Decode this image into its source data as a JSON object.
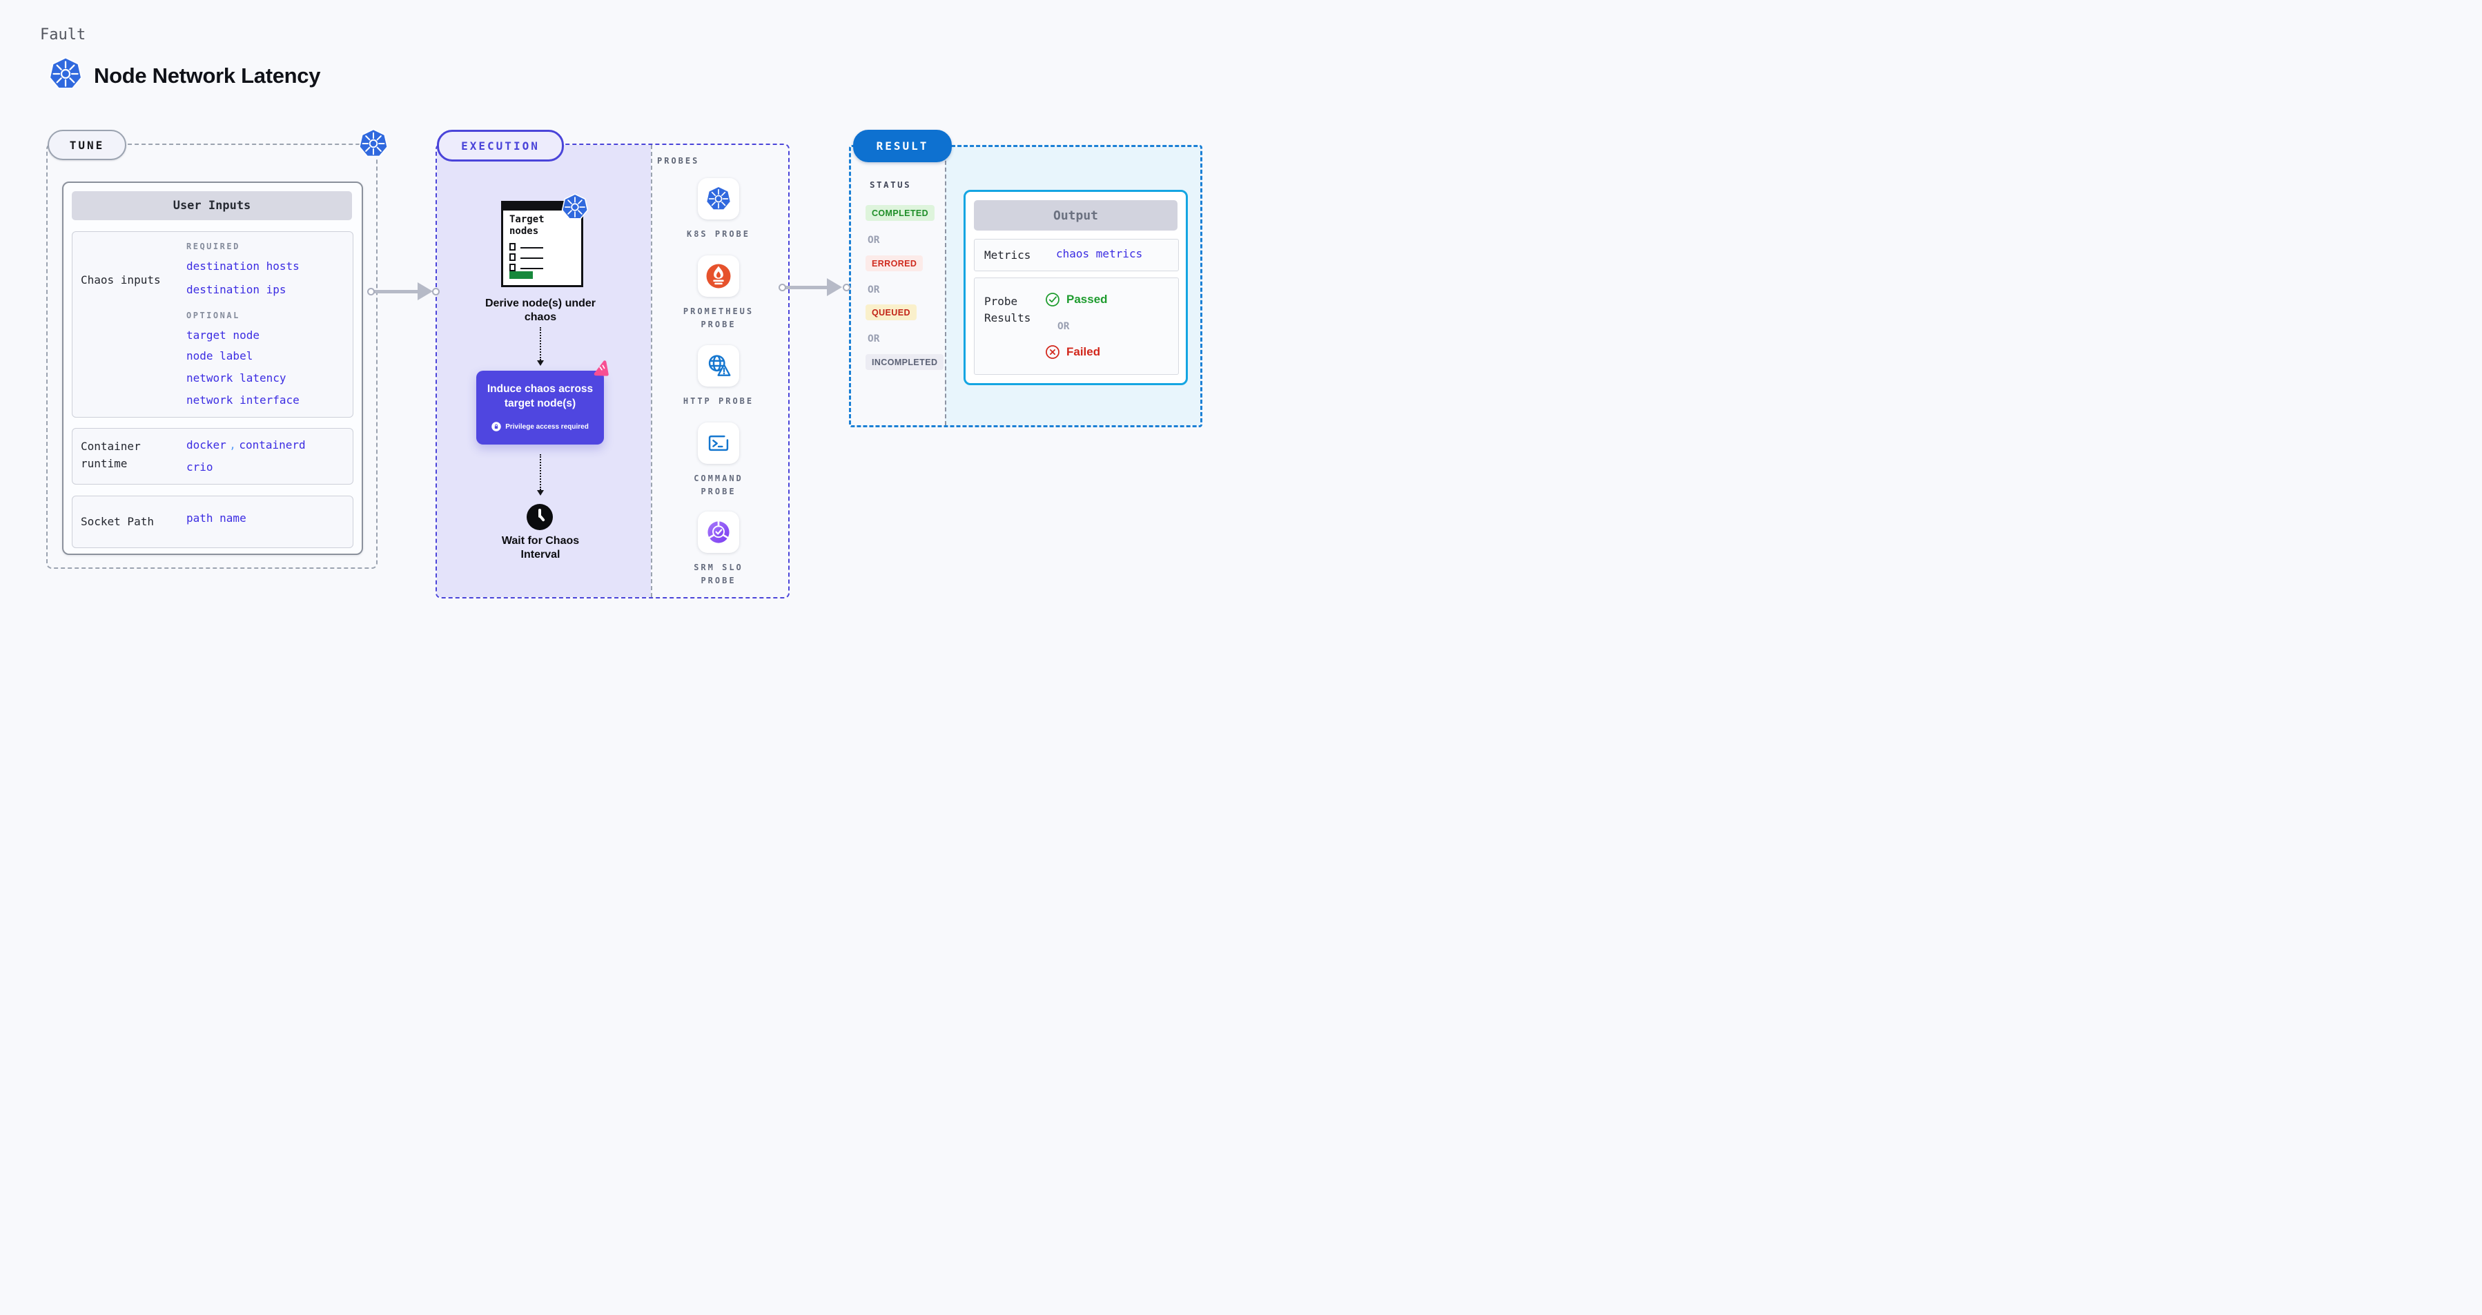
{
  "header": {
    "kicker": "Fault",
    "title": "Node Network Latency"
  },
  "tune": {
    "badge": "TUNE",
    "user_inputs": {
      "header": "User Inputs",
      "chaos_inputs": {
        "label": "Chaos inputs",
        "required_heading": "REQUIRED",
        "required": [
          "destination hosts",
          "destination ips"
        ],
        "optional_heading": "OPTIONAL",
        "optional": [
          "target node",
          "node label",
          "network latency",
          "network interface"
        ]
      },
      "container_runtime": {
        "label": "Container runtime",
        "value1": "docker",
        "comma": ",",
        "value2": "containerd",
        "value3": "crio"
      },
      "socket_path": {
        "label": "Socket Path",
        "value": "path name"
      }
    }
  },
  "execution": {
    "badge": "EXECUTION",
    "target_card": {
      "title": "Target nodes"
    },
    "derive_label": "Derive node(s) under chaos",
    "induce": {
      "label": "Induce chaos across target node(s)",
      "note": "Privilege access required"
    },
    "wait_label": "Wait for Chaos Interval",
    "probes": {
      "heading": "PROBES",
      "items": [
        {
          "label": "K8S PROBE",
          "icon": "kubernetes-icon"
        },
        {
          "label": "PROMETHEUS PROBE",
          "icon": "prometheus-icon"
        },
        {
          "label": "HTTP PROBE",
          "icon": "http-globe-warning-icon"
        },
        {
          "label": "COMMAND PROBE",
          "icon": "terminal-icon"
        },
        {
          "label": "SRM SLO PROBE",
          "icon": "slo-donut-check-icon"
        }
      ]
    }
  },
  "result": {
    "badge": "RESULT",
    "status": {
      "heading": "STATUS",
      "or_label": "OR",
      "badges": [
        {
          "label": "COMPLETED",
          "bg": "#def4dc",
          "fg": "#1f8e28"
        },
        {
          "label": "ERRORED",
          "bg": "#fcebe9",
          "fg": "#cf2b1f"
        },
        {
          "label": "QUEUED",
          "bg": "#faf0cb",
          "fg": "#c22317"
        },
        {
          "label": "INCOMPLETED",
          "bg": "#ececf3",
          "fg": "#5b6175"
        }
      ]
    },
    "output": {
      "header": "Output",
      "metrics_label": "Metrics",
      "metrics_value": "chaos metrics",
      "probe_results_label": "Probe Results",
      "passed_label": "Passed",
      "or_label": "OR",
      "failed_label": "Failed"
    }
  },
  "colors": {
    "page_bg": "#f8f9fc",
    "execution_fill": "#e4e3fa",
    "execution_border": "#4a44d9",
    "result_border": "#1b80d5",
    "result_fill": "#e8f5fc",
    "link_blue": "#3b2ce2",
    "induce_purple": "#4f46e0",
    "kubernetes_blue": "#3069de",
    "prometheus_orange": "#e6522c",
    "probe_icon_blue": "#1476cf",
    "passed_green": "#1f9c2f",
    "failed_red": "#d2271c",
    "result_badge_blue": "#0e71d0",
    "chaos_pink": "#f74f93"
  }
}
